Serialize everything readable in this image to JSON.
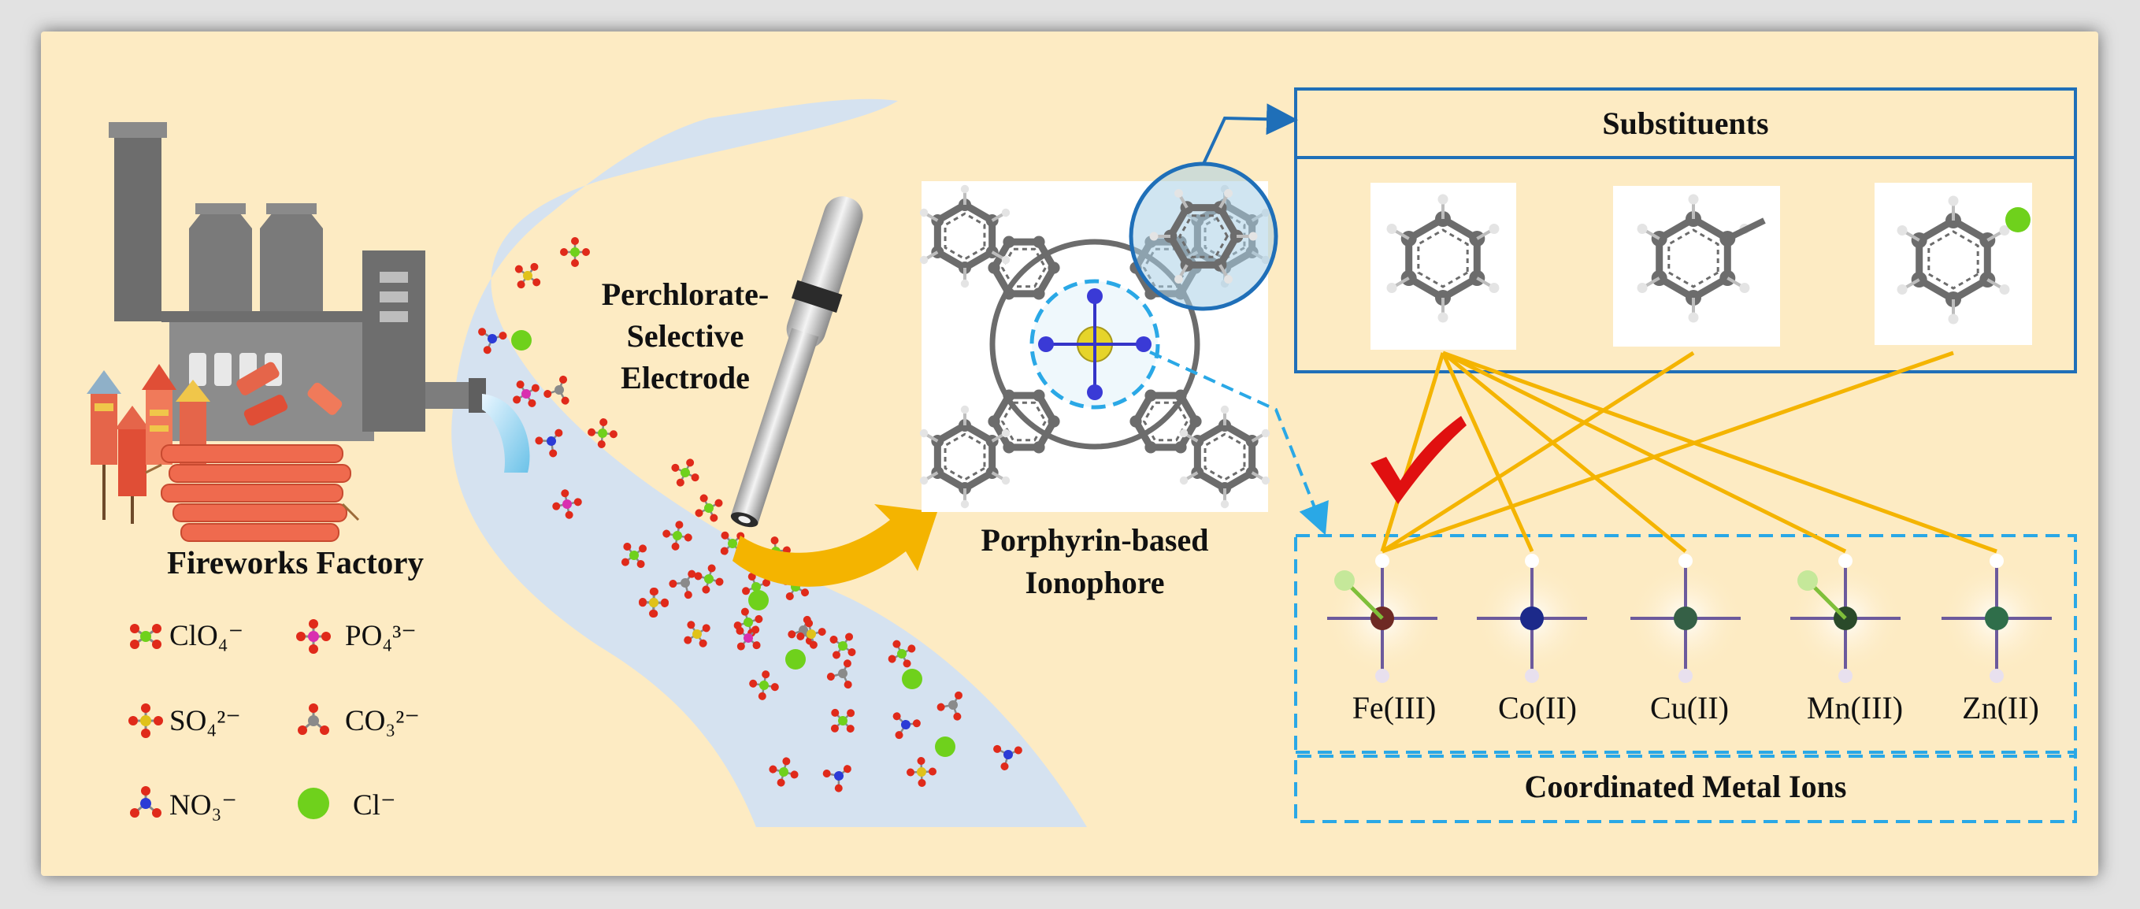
{
  "factory": {
    "label": "Fireworks Factory"
  },
  "legend": {
    "perchlorate": "ClO₄⁻",
    "phosphate": "PO₄³⁻",
    "sulfate": "SO₄²⁻",
    "carbonate": "CO₃²⁻",
    "nitrate": "NO₃⁻",
    "chloride": "Cl⁻"
  },
  "electrode": {
    "line1": "Perchlorate-",
    "line2": "Selective",
    "line3": "Electrode"
  },
  "ionophore": {
    "line1": "Porphyrin-based",
    "line2": "Ionophore"
  },
  "substituents": {
    "title": "Substituents"
  },
  "metals": {
    "title": "Coordinated Metal Ions",
    "items": [
      "Fe(III)",
      "Co(II)",
      "Cu(II)",
      "Mn(III)",
      "Zn(II)"
    ],
    "selected": "Fe(III)"
  },
  "colors": {
    "background": "#fdebc3",
    "river": "#d3e2f2",
    "frame_blue": "#1f6fb8",
    "dashed_blue": "#2aa8e6",
    "connector": "#f4b400",
    "check": "#e01010",
    "chloride": "#6fd11c"
  }
}
